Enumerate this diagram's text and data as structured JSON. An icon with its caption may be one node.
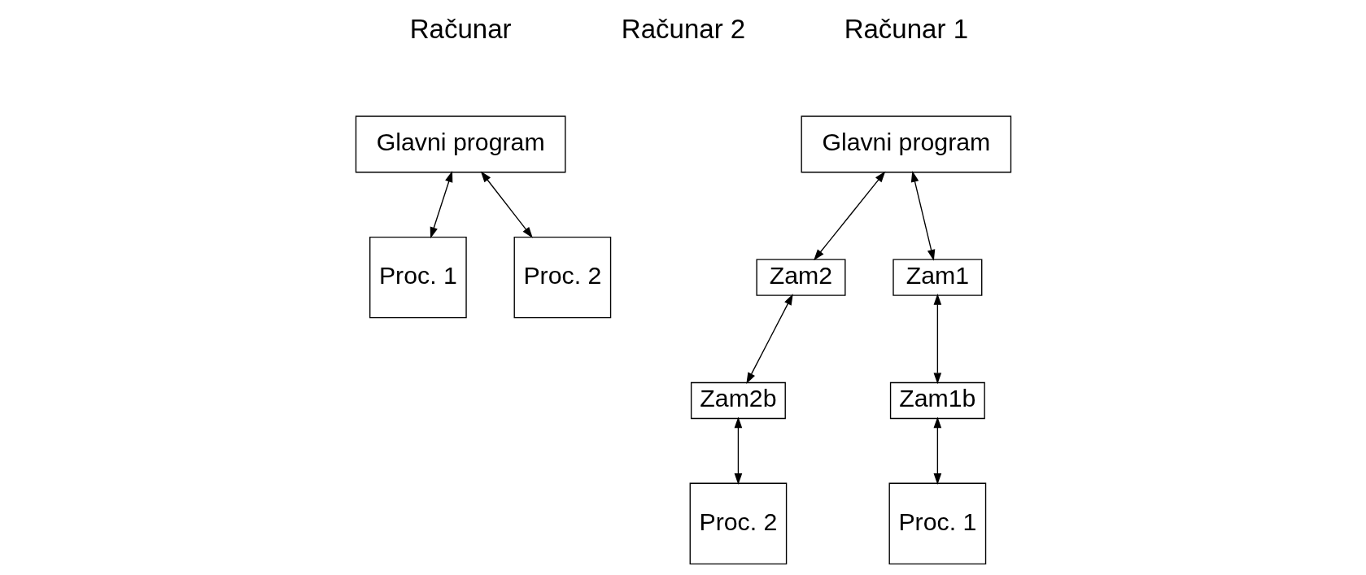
{
  "diagram": {
    "nodes": [
      {
        "text": [
          "Glavni program"
        ]
      },
      {
        "text": [
          "Proc. 1"
        ]
      },
      {
        "text": [
          "Proc. 2"
        ]
      },
      {
        "text": [
          "Glavni program"
        ]
      },
      {
        "text": [
          "Zam2"
        ]
      },
      {
        "text": [
          "Zam1"
        ]
      },
      {
        "text": [
          "Zam2b"
        ]
      },
      {
        "text": [
          "Proc. 2"
        ]
      },
      {
        "text": [
          "Zam1b"
        ]
      },
      {
        "text": [
          "Proc. 1"
        ]
      }
    ],
    "edges": [
      {
        "from": 0,
        "to": 1,
        "arrow": "both"
      },
      {
        "from": 0,
        "to": 2,
        "arrow": "both"
      },
      {
        "from": 3,
        "to": 5,
        "arrow": "both"
      },
      {
        "from": 3,
        "to": 4,
        "arrow": "both"
      },
      {
        "from": 4,
        "to": 6,
        "arrow": "both"
      },
      {
        "from": 6,
        "to": 7,
        "arrow": "both"
      },
      {
        "from": 5,
        "to": 8,
        "arrow": "both"
      },
      {
        "from": 8,
        "to": 9,
        "arrow": "both"
      }
    ],
    "labels": [
      "Računar",
      "Računar 1",
      "Računar 2"
    ]
  }
}
